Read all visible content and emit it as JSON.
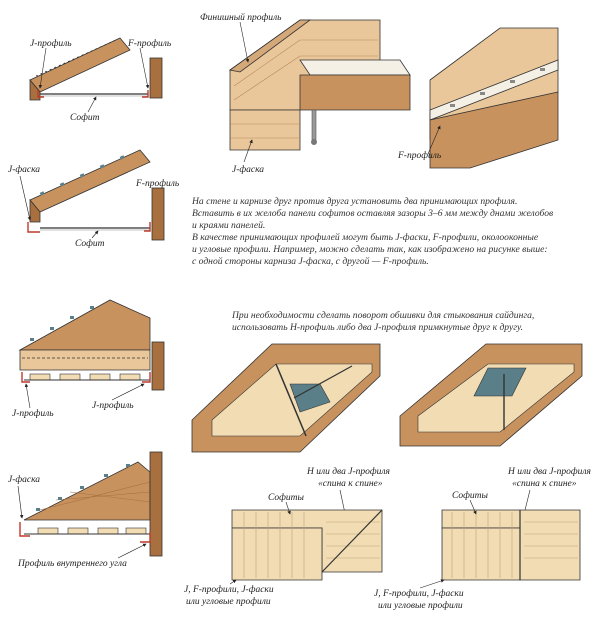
{
  "labels": {
    "j_profile": "J-профиль",
    "f_profile": "F-профиль",
    "soffit": "Софит",
    "j_bevel": "J-фаска",
    "finish_profile": "Финишный профиль",
    "inner_corner_profile": "Профиль внутреннего угла",
    "h_or_two_j": "H или два J-профиля",
    "back_to_back": "«спина к спине»",
    "soffits": "Софиты",
    "j_f_line1": "J, F-профили, J-фаски",
    "j_f_line2": "или угловые профили"
  },
  "text_top": [
    "На стене и карнизе друг против друга установить два принимающих профиля.",
    "Вставить в их желоба панели софитов оставляя зазоры 3–6 мм между днами желобов",
    "и краями панелей.",
    "В качестве принимающих профилей могут быть J-фаски, F-профили, околооконные",
    "и угловые профили. Например, можно сделать так, как изображено на рисунке выше:",
    "с одной стороны карниза J-фаска, с другой — F-профиль."
  ],
  "text_mid": [
    "При необходимости сделать поворот обшивки для стыкования сайдинга,",
    "использовать H-профиль либо два J-профиля примкнутые друг к другу."
  ],
  "colors": {
    "wood": "#c8925f",
    "wood_dark": "#a8703e",
    "wood_light": "#e9c79a",
    "panel": "#f1dcb4",
    "accent_red": "#c0392b",
    "shingle": "#5b7f88"
  }
}
